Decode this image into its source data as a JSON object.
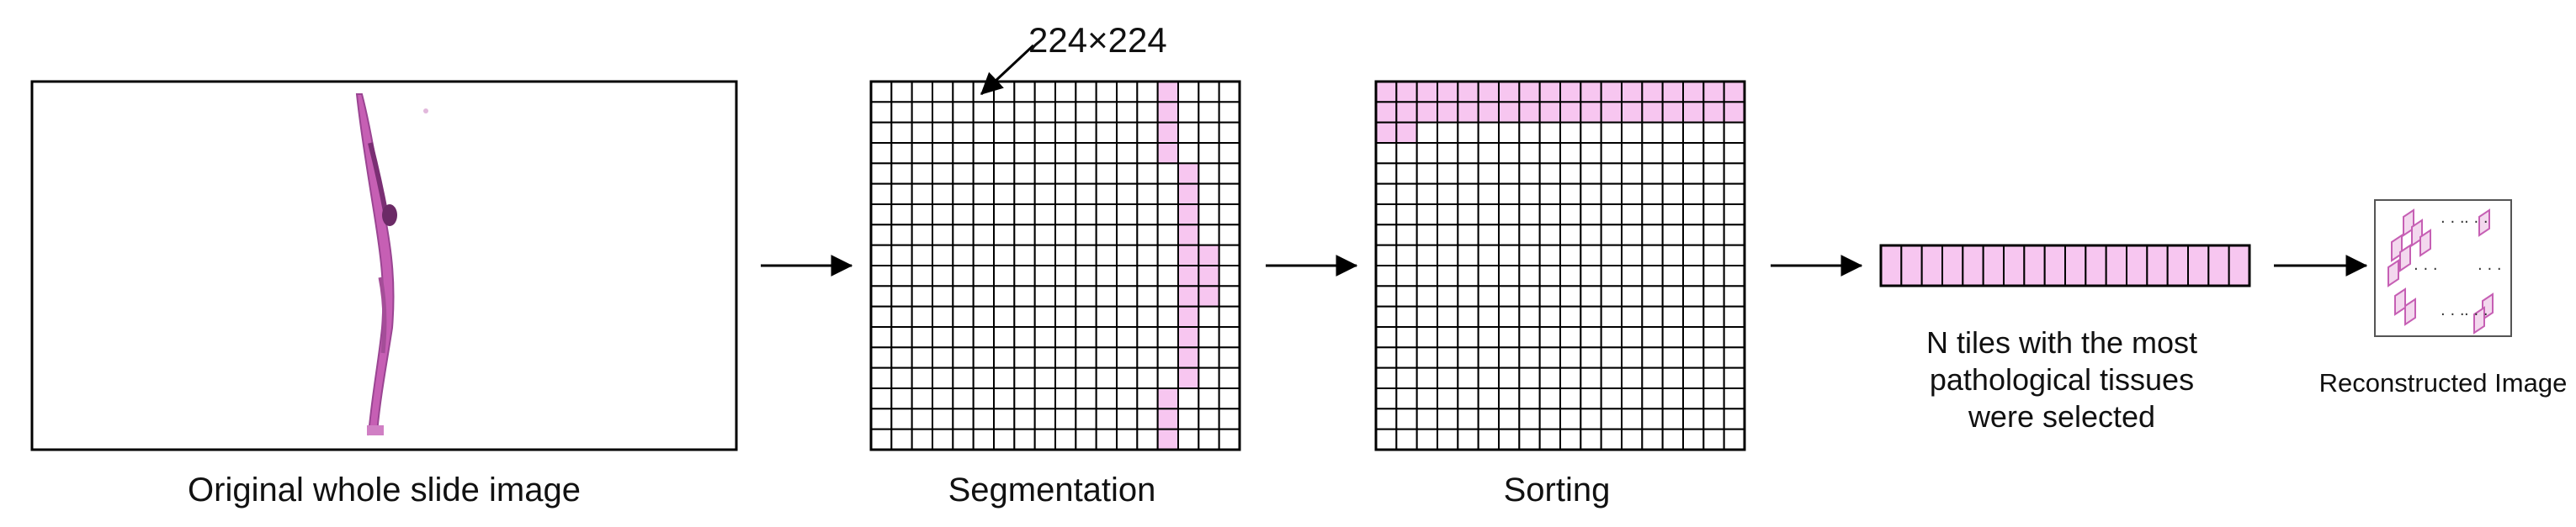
{
  "panels": {
    "original": {
      "caption": "Original whole slide image"
    },
    "segmentation": {
      "caption": "Segmentation",
      "tile_size_label": "224×224"
    },
    "sorting": {
      "caption": "Sorting"
    },
    "selection": {
      "caption_lines": [
        "N tiles with the most",
        "pathological tissues",
        "were selected"
      ]
    },
    "reconstructed": {
      "caption": "Reconstructed Image",
      "ellipsis": "· · ·"
    }
  },
  "grid": {
    "rows": 18,
    "cols": 18,
    "selected_tile_count": 18
  },
  "colors": {
    "tissue_pink": "#f7c6f0",
    "tissue_stain": "#c65fb4",
    "tissue_dark": "#8e3b8a",
    "line": "#000000"
  },
  "icons": {
    "arrow": "right-arrow-icon",
    "pointer": "diagonal-arrow-icon"
  }
}
